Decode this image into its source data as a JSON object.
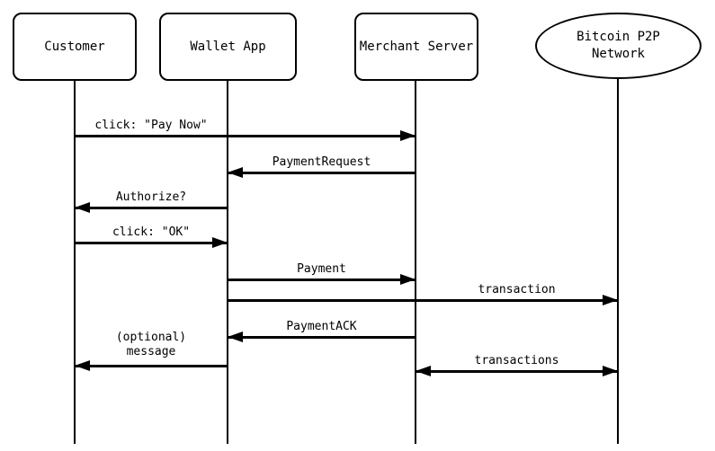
{
  "diagram": {
    "type": "sequence-diagram",
    "background_color": "#ffffff",
    "line_color": "#000000"
  },
  "actors": [
    {
      "label": "Customer",
      "shape": "rounded-rect"
    },
    {
      "label": "Wallet App",
      "shape": "rounded-rect"
    },
    {
      "label": "Merchant Server",
      "shape": "rounded-rect"
    },
    {
      "label": "Bitcoin P2P Network",
      "shape": "ellipse"
    }
  ],
  "messages": [
    {
      "label": "click: \"Pay Now\"",
      "from": "Customer",
      "to": "Merchant Server",
      "direction": "right"
    },
    {
      "label": "PaymentRequest",
      "from": "Merchant Server",
      "to": "Wallet App",
      "direction": "left"
    },
    {
      "label": "Authorize?",
      "from": "Wallet App",
      "to": "Customer",
      "direction": "left"
    },
    {
      "label": "click: \"OK\"",
      "from": "Customer",
      "to": "Wallet App",
      "direction": "right"
    },
    {
      "label": "Payment",
      "from": "Wallet App",
      "to": "Merchant Server",
      "direction": "right"
    },
    {
      "label": "transaction",
      "from": "Wallet App",
      "to": "Bitcoin P2P Network",
      "direction": "right"
    },
    {
      "label": "PaymentACK",
      "from": "Merchant Server",
      "to": "Wallet App",
      "direction": "left"
    },
    {
      "label": "(optional)\nmessage",
      "from": "Wallet App",
      "to": "Customer",
      "direction": "left"
    },
    {
      "label": "transactions",
      "from": "Merchant Server",
      "to": "Bitcoin P2P Network",
      "direction": "both"
    }
  ]
}
